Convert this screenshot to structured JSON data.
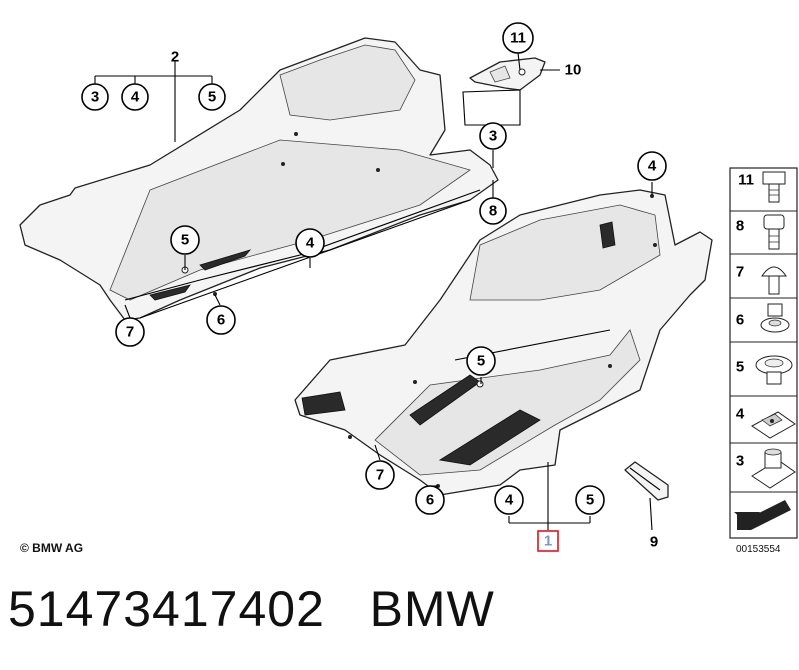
{
  "callouts": {
    "c2": "2",
    "c3a": "3",
    "c4a": "4",
    "c5a": "5",
    "c11": "11",
    "c10": "10",
    "c3b": "3",
    "c8": "8",
    "c5b": "5",
    "c4b": "4",
    "c7a": "7",
    "c6a": "6",
    "c4c": "4",
    "c5c": "5",
    "c7b": "7",
    "c6b": "6",
    "c4d": "4",
    "c5d": "5",
    "c1": "1",
    "c9": "9"
  },
  "legend": {
    "items": [
      "11",
      "8",
      "7",
      "6",
      "5",
      "4",
      "3"
    ]
  },
  "copyright": "© BMW AG",
  "drawing_id": "00153554",
  "footer": {
    "part_number": "51473417402",
    "brand": "BMW"
  },
  "colors": {
    "highlight": "#e0141e"
  }
}
